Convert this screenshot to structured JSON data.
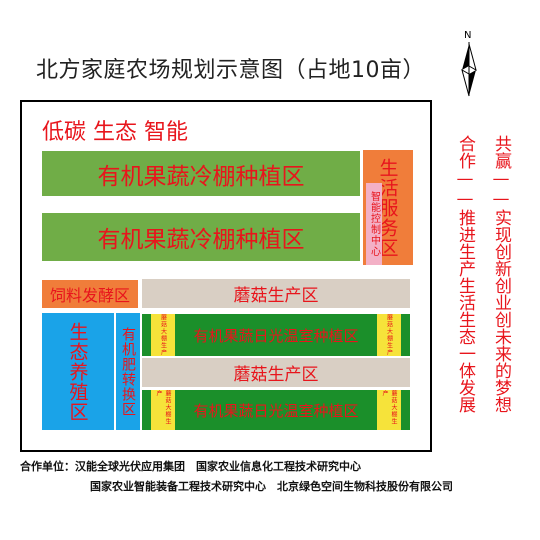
{
  "title": "北方家庭农场规划示意图（占地10亩）",
  "compass_label": "N",
  "slogan": "低碳 生态 智能",
  "green_bar_1": "有机果蔬冷棚种植区",
  "green_bar_2": "有机果蔬冷棚种植区",
  "life_service": "生活服务区",
  "smart_control": "智能控制中心",
  "feed_fermentation": "饲料发酵区",
  "mushroom_1": "蘑菇生产区",
  "mushroom_2": "蘑菇生产区",
  "eco_breeding": "生态养殖区",
  "fertilizer": "有机肥转换区",
  "greenhouse_1": "有机果蔬日光温室种植区",
  "greenhouse_2": "有机果蔬日光温室种植区",
  "greenhouse_side_label": "蘑菇大棚生产",
  "right_col_1": "共赢——实现创新创业创未来的梦想",
  "right_col_2": "合作——推进生产生活生态一体发展",
  "partners_line_1": "合作单位：汉能全球光伏应用集团　国家农业信息化工程技术研究中心",
  "partners_line_2": "国家农业智能装备工程技术研究中心　北京绿色空间生物科技股份有限公司",
  "colors": {
    "red_text": "#e8151c",
    "light_green": "#70ad47",
    "dark_green": "#1b8f2a",
    "orange": "#f07d3a",
    "blue": "#1aa3e8",
    "pink": "#f3b0c6",
    "gray": "#d9cfc4",
    "yellow": "#f6e33a"
  }
}
